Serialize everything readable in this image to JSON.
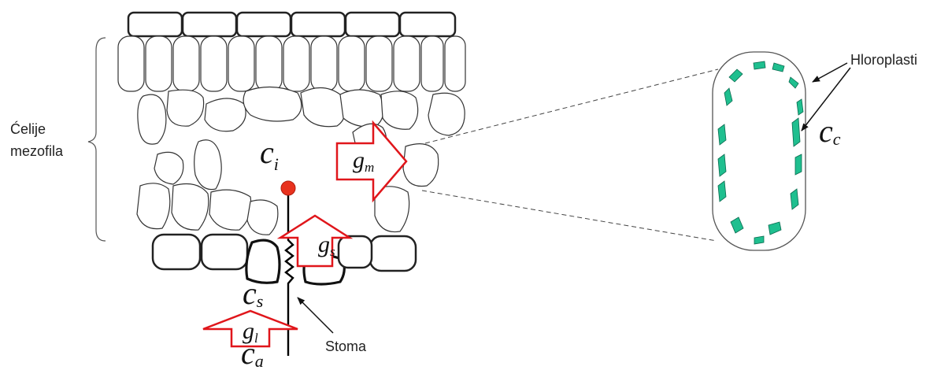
{
  "labels": {
    "mesophyll_line1": "Ćelije",
    "mesophyll_line2": "mezofila",
    "chloroplasts": "Hloroplasti",
    "stoma": "Stoma"
  },
  "symbols": {
    "ci": {
      "base": "c",
      "sub": "i"
    },
    "cs": {
      "base": "c",
      "sub": "s"
    },
    "ca": {
      "base": "c",
      "sub": "a"
    },
    "cc": {
      "base": "c",
      "sub": "c"
    },
    "gm": {
      "base": "g",
      "sub": "m"
    },
    "gs": {
      "base": "g",
      "sub": "s"
    },
    "gl": {
      "base": "g",
      "sub": "l"
    }
  },
  "colors": {
    "arrow_outline": "#e0161b",
    "chloroplast_fill": "#1fbf8f",
    "stoma_dot": "#e8321e",
    "cell_stroke": "#222222"
  },
  "icons": {
    "stoma_pointer": "arrow-icon",
    "chloroplast_pointer": "arrow-icon"
  }
}
